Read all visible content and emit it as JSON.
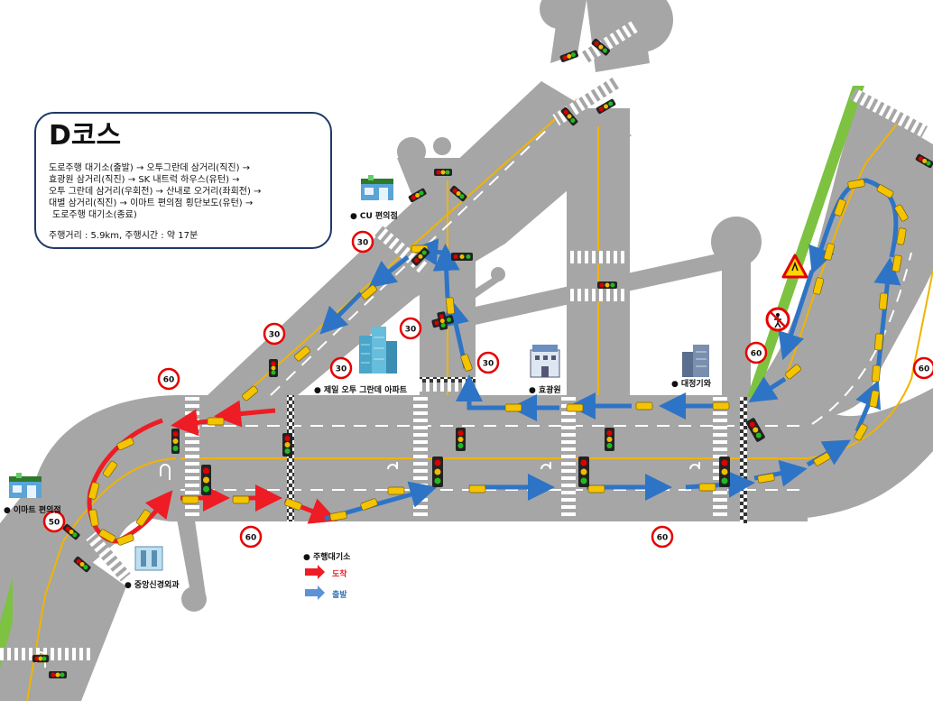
{
  "course": {
    "title": "D코스",
    "route_lines": [
      "도로주행 대기소(출발) → 오투그란데 삼거리(직진) →",
      "효광원 삼거리(직진) → SK 내트럭 하우스(유턴) →",
      "오투 그란데 삼거리(우회전) → 산내로 오거리(좌회전) →",
      "대별 삼거리(직진) → 이마트 편의점 횡단보도(유턴) →",
      "도로주행 대기소(종료)"
    ],
    "summary": "주행거리 : 5.9km, 주행시간 : 약 17분"
  },
  "places": {
    "cu": "CU 편의점",
    "apartment": "제일 오투 그란데 아파트",
    "hyokwangwon": "효광원",
    "daejeong": "대정기와",
    "emart": "이마트 편의점",
    "jungang": "중앙신경외과"
  },
  "speed_limits": {
    "s60_a": "60",
    "s50": "50",
    "s30_a": "30",
    "s30_b": "30",
    "s30_c": "30",
    "s30_d": "30",
    "s30_e": "30",
    "s60_b": "60",
    "s60_c": "60",
    "s60_d": "60",
    "s60_e": "60"
  },
  "legend": {
    "waiting_area": "주행대기소",
    "arrival": "도착",
    "departure": "출발"
  },
  "colors": {
    "road": "#a6a6a6",
    "road_dark": "#999999",
    "lane_yellow": "#f0b400",
    "arrive_arrow": "#ee1c24",
    "depart_arrow": "#2e74c6",
    "grass": "#7dc241",
    "sign_red": "#e60000",
    "box_border": "#1f3a68",
    "car": "#f5c400"
  },
  "icons": [
    "traffic-light-icon",
    "car-icon",
    "building-icon",
    "convenience-store-icon",
    "warning-sign-icon",
    "no-pedestrian-icon",
    "speed-limit-sign-icon"
  ]
}
